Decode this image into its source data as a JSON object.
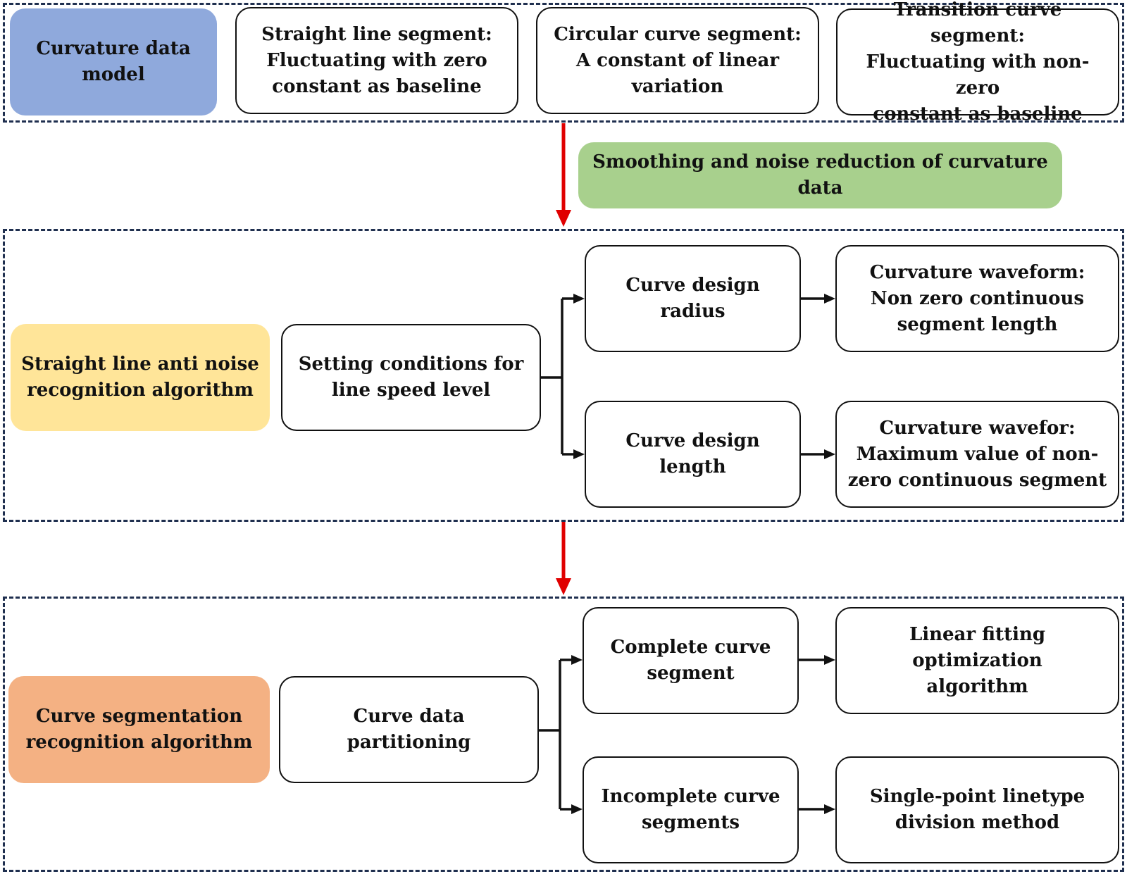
{
  "top": {
    "model": "Curvature data\nmodel",
    "straight": "Straight line segment:\nFluctuating with zero\nconstant as baseline",
    "circular": "Circular curve segment:\nA constant of linear\nvariation",
    "transition": "Transition curve segment:\nFluctuating with non-zero\nconstant as baseline"
  },
  "smoothing": "Smoothing and noise reduction of curvature data",
  "middle": {
    "algorithm": "Straight line anti noise\nrecognition algorithm",
    "setting": "Setting conditions for\nline speed level",
    "radius": "Curve design radius",
    "length": "Curve design length",
    "waveform1": "Curvature waveform:\nNon zero continuous\nsegment length",
    "waveform2": "Curvature wavefor:\nMaximum value of non-\nzero continuous segment"
  },
  "bottom": {
    "algorithm": "Curve segmentation\nrecognition algorithm",
    "partitioning": "Curve data partitioning",
    "complete": "Complete curve\nsegment",
    "incomplete": "Incomplete curve\nsegments",
    "linear": "Linear fitting optimization\nalgorithm",
    "single": "Single-point linetype\ndivision method"
  },
  "colors": {
    "model": "#8fa9dc",
    "smoothing": "#a8d08d",
    "straight_algo": "#ffe599",
    "curve_algo": "#f4b183",
    "flow_arrow": "#e00000",
    "panel_border": "#1f2f4f"
  }
}
